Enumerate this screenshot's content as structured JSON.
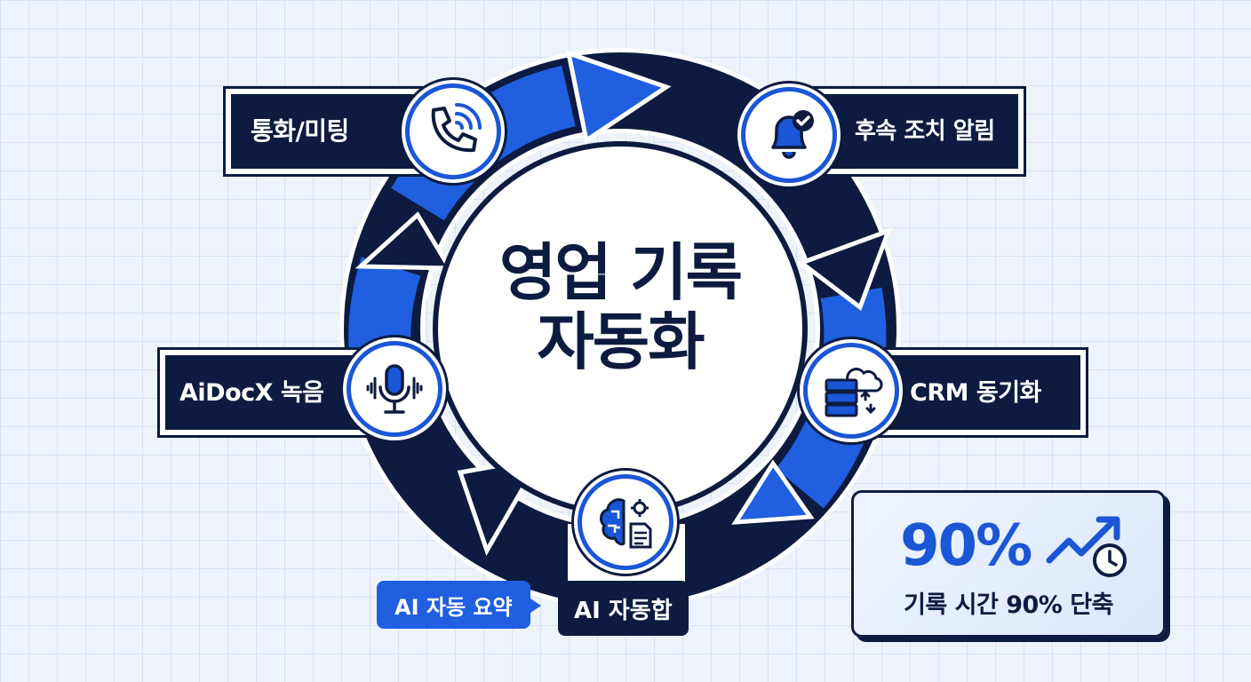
{
  "center": {
    "line1": "영업 기록",
    "line2": "자동화"
  },
  "steps": [
    {
      "label": "통화/미팅",
      "icon": "phone-icon"
    },
    {
      "label": "후속 조치 알림",
      "icon": "bell-check-icon"
    },
    {
      "label": "CRM 동기화",
      "icon": "server-cloud-sync-icon"
    },
    {
      "label": "AI 자동합",
      "icon": "brain-document-icon"
    },
    {
      "label": "AiDocX 녹음",
      "icon": "microphone-icon"
    }
  ],
  "tag": {
    "label": "AI 자동 요약"
  },
  "stat": {
    "value": "90%",
    "caption": "기록 시간 90% 단축",
    "icon": "trend-clock-icon"
  },
  "colors": {
    "navy": "#0c1b3f",
    "blue": "#1a56d6",
    "background": "#eef3fb"
  }
}
